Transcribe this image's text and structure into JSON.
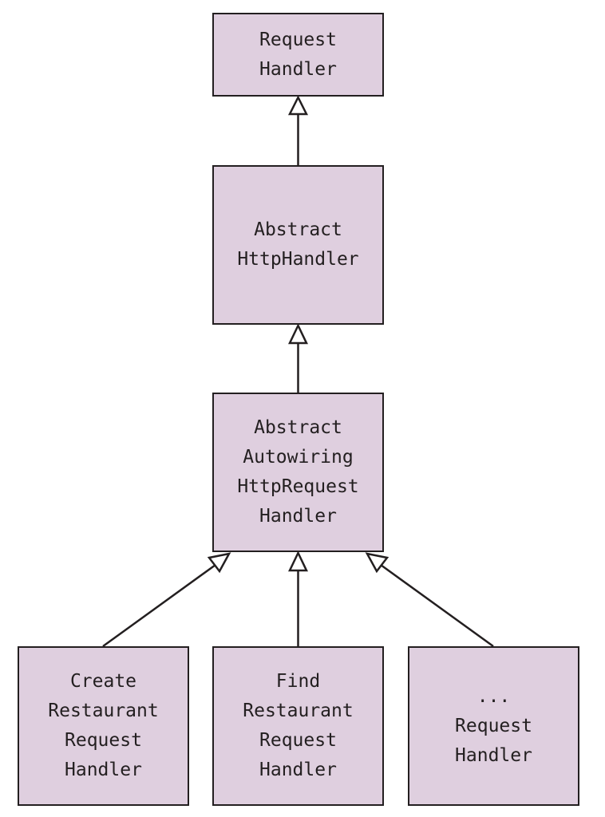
{
  "colors": {
    "node_fill": "#dfcfdf",
    "stroke": "#231f20",
    "background": "#ffffff"
  },
  "arrow_style": "hollow-triangle",
  "nodes": {
    "request_handler": {
      "label": "Request\nHandler"
    },
    "abstract_http_handler": {
      "label": "Abstract\nHttpHandler"
    },
    "abstract_autowiring": {
      "label": "Abstract\nAutowiring\nHttpRequest\nHandler"
    },
    "create_restaurant": {
      "label": "Create\nRestaurant\nRequest\nHandler"
    },
    "find_restaurant": {
      "label": "Find\nRestaurant\nRequest\nHandler"
    },
    "other_handler": {
      "label": "...\nRequest\nHandler"
    }
  },
  "edges": [
    {
      "from": "abstract_http_handler",
      "to": "request_handler"
    },
    {
      "from": "abstract_autowiring",
      "to": "abstract_http_handler"
    },
    {
      "from": "create_restaurant",
      "to": "abstract_autowiring"
    },
    {
      "from": "find_restaurant",
      "to": "abstract_autowiring"
    },
    {
      "from": "other_handler",
      "to": "abstract_autowiring"
    }
  ]
}
